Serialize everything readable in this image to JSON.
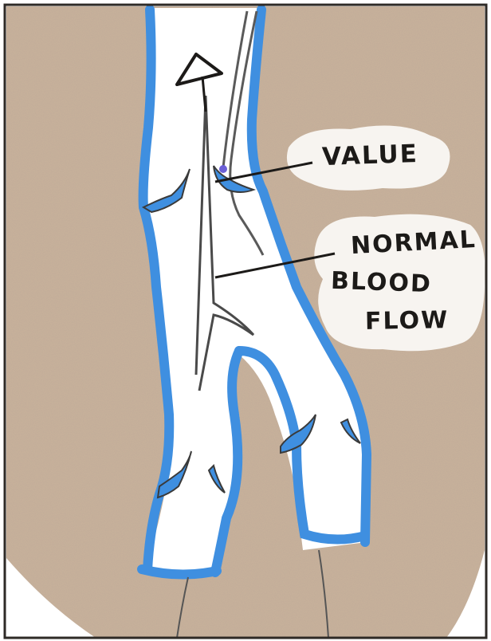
{
  "labels": {
    "valve": "VALUE",
    "flow_line_1": "NORMAL",
    "flow_line_2": "BLOOD",
    "flow_line_3": "FLOW"
  },
  "colors": {
    "tissue": "#c9b29c",
    "vein_wall": "#3f8fe0",
    "vein_lumen": "#ffffff",
    "outline": "#4a4a4a",
    "ink": "#1c1a18",
    "frame": "#2e2a26"
  },
  "icons": [
    "upward-arrow-icon"
  ]
}
